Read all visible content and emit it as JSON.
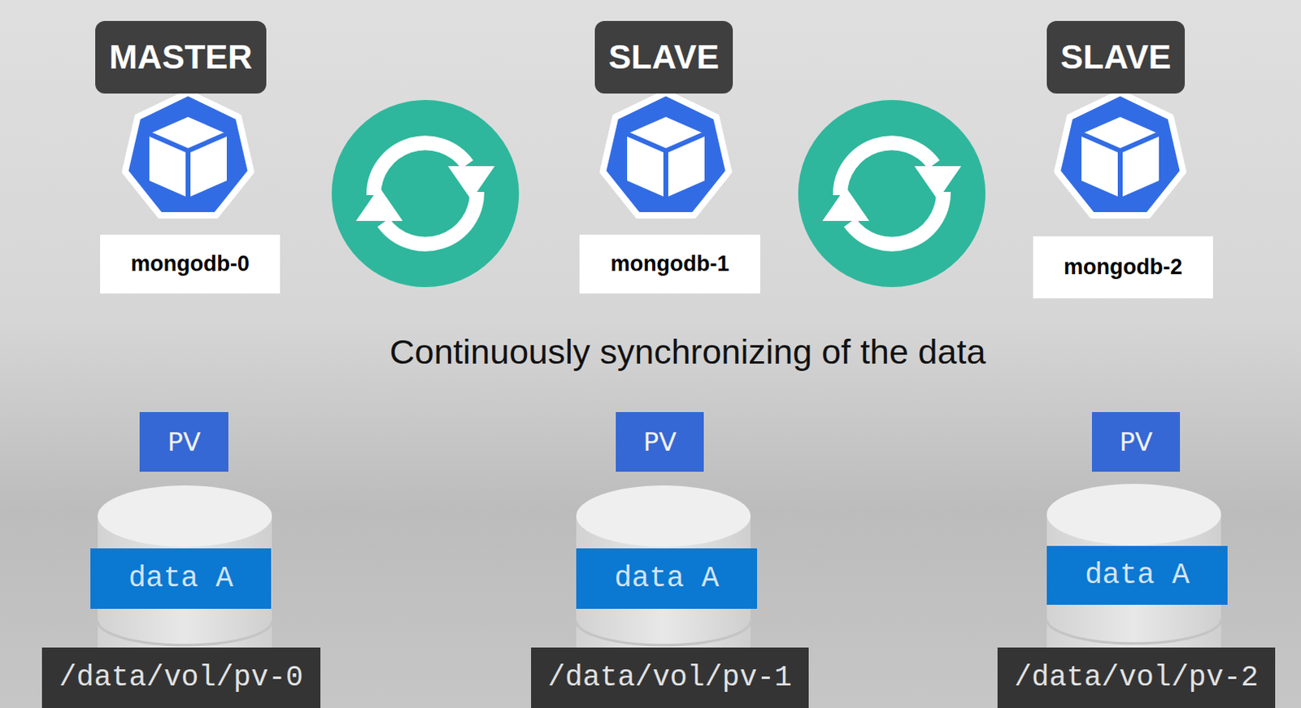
{
  "diagram": {
    "nodes": [
      {
        "text": [
          "MASTER"
        ]
      },
      {
        "text": [
          "SLAVE"
        ]
      },
      {
        "text": [
          "SLAVE"
        ]
      },
      {
        "text": [
          "mongodb-0"
        ]
      },
      {
        "text": [
          "mongodb-1"
        ]
      },
      {
        "text": [
          "mongodb-2"
        ]
      },
      {
        "text": [
          "PV"
        ]
      },
      {
        "text": [
          "PV"
        ]
      },
      {
        "text": [
          "PV"
        ]
      },
      {
        "text": [
          "data A"
        ]
      },
      {
        "text": [
          "data A"
        ]
      },
      {
        "text": [
          "data A"
        ]
      },
      {
        "text": [
          "/data/vol/pv-0"
        ]
      },
      {
        "text": [
          "/data/vol/pv-1"
        ]
      },
      {
        "text": [
          "/data/vol/pv-2"
        ]
      }
    ],
    "labels": [
      "Continuously synchronizing of the data"
    ]
  }
}
